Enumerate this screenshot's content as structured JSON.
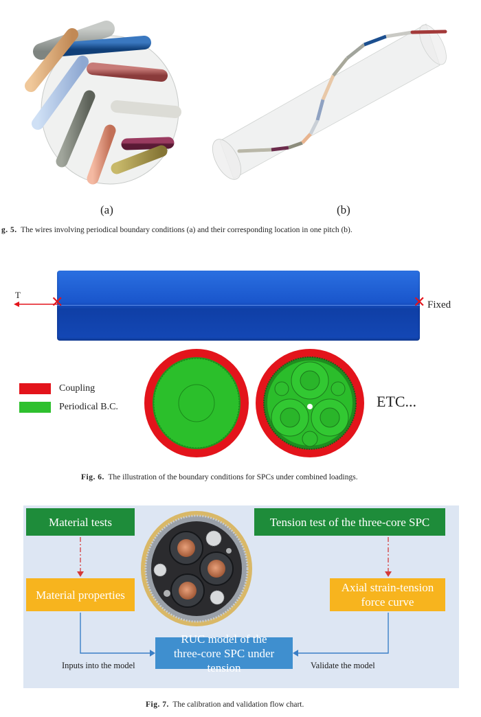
{
  "figure5": {
    "label_a": "(a)",
    "label_b": "(b)",
    "caption_prefix": "g. 5.",
    "caption_text": "The wires involving periodical boundary conditions (a) and their corresponding location in one pitch (b)."
  },
  "figure6": {
    "tension_label": "T",
    "fixed_label": "Fixed",
    "legend": [
      {
        "label": "Coupling",
        "color": "#e3141b"
      },
      {
        "label": "Periodical B.C.",
        "color": "#2ec02e"
      }
    ],
    "etc_label": "ETC...",
    "caption_prefix": "Fig. 6.",
    "caption_text": "The illustration of the boundary conditions for SPCs under combined loadings."
  },
  "figure7": {
    "boxes": {
      "material_tests": "Material tests",
      "tension_test": "Tension test of the three-core SPC",
      "material_properties": "Material properties",
      "axial_curve": "Axial strain-tension force curve",
      "ruc_model": "RUC model of the three-core SPC under tension"
    },
    "arrow_labels": {
      "inputs": "Inputs into the model",
      "validate": "Validate the model"
    },
    "caption_prefix": "Fig. 7.",
    "caption_text": "The calibration and validation flow chart."
  }
}
